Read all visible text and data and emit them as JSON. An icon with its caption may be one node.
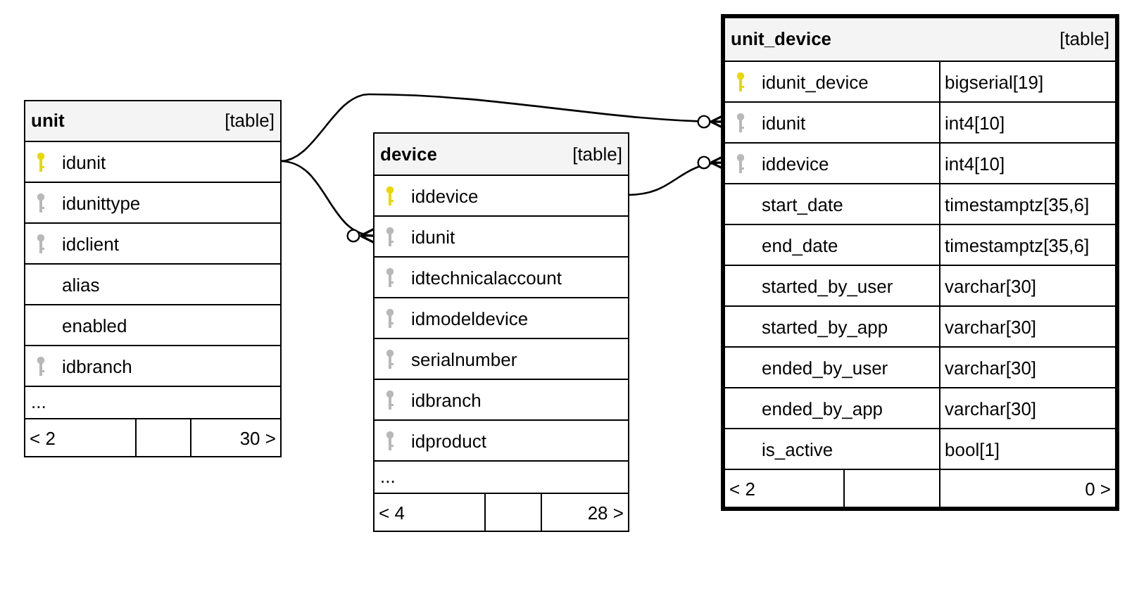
{
  "diagram": {
    "nodes": [
      {
        "text": [
          "unit",
          "[table]"
        ]
      },
      {
        "text": [
          "idunit"
        ],
        "in": 0
      },
      {
        "text": [
          "idunittype"
        ],
        "in": 0
      },
      {
        "text": [
          "idclient"
        ],
        "in": 0
      },
      {
        "text": [
          "alias"
        ],
        "in": 0
      },
      {
        "text": [
          "enabled"
        ],
        "in": 0
      },
      {
        "text": [
          "idbranch"
        ],
        "in": 0
      },
      {
        "text": [
          "..."
        ],
        "in": 0
      },
      {
        "text": [
          "< 2",
          "30 >"
        ],
        "in": 0
      },
      {
        "text": [
          "device",
          "[table]"
        ]
      },
      {
        "text": [
          "iddevice"
        ],
        "in": 9
      },
      {
        "text": [
          "idunit"
        ],
        "in": 9
      },
      {
        "text": [
          "idtechnicalaccount"
        ],
        "in": 9
      },
      {
        "text": [
          "idmodeldevice"
        ],
        "in": 9
      },
      {
        "text": [
          "serialnumber"
        ],
        "in": 9
      },
      {
        "text": [
          "idbranch"
        ],
        "in": 9
      },
      {
        "text": [
          "idproduct"
        ],
        "in": 9
      },
      {
        "text": [
          "..."
        ],
        "in": 9
      },
      {
        "text": [
          "< 4",
          "28 >"
        ],
        "in": 9
      },
      {
        "text": [
          "unit_device",
          "[table]"
        ]
      },
      {
        "text": [
          "idunit_device",
          "bigserial[19]"
        ],
        "in": 19
      },
      {
        "text": [
          "idunit",
          "int4[10]"
        ],
        "in": 19
      },
      {
        "text": [
          "iddevice",
          "int4[10]"
        ],
        "in": 19
      },
      {
        "text": [
          "start_date",
          "timestamptz[35,6]"
        ],
        "in": 19
      },
      {
        "text": [
          "end_date",
          "timestamptz[35,6]"
        ],
        "in": 19
      },
      {
        "text": [
          "started_by_user",
          "varchar[30]"
        ],
        "in": 19
      },
      {
        "text": [
          "started_by_app",
          "varchar[30]"
        ],
        "in": 19
      },
      {
        "text": [
          "ended_by_user",
          "varchar[30]"
        ],
        "in": 19
      },
      {
        "text": [
          "ended_by_app",
          "varchar[30]"
        ],
        "in": 19
      },
      {
        "text": [
          "is_active",
          "bool[1]"
        ],
        "in": 19
      },
      {
        "text": [
          "< 2",
          "0 >"
        ],
        "in": 19
      }
    ],
    "edges": [
      {
        "from": 1,
        "to": 11,
        "arrow": "other"
      },
      {
        "from": 1,
        "to": 21,
        "arrow": "other"
      },
      {
        "from": 10,
        "to": 22,
        "arrow": "other"
      }
    ]
  }
}
